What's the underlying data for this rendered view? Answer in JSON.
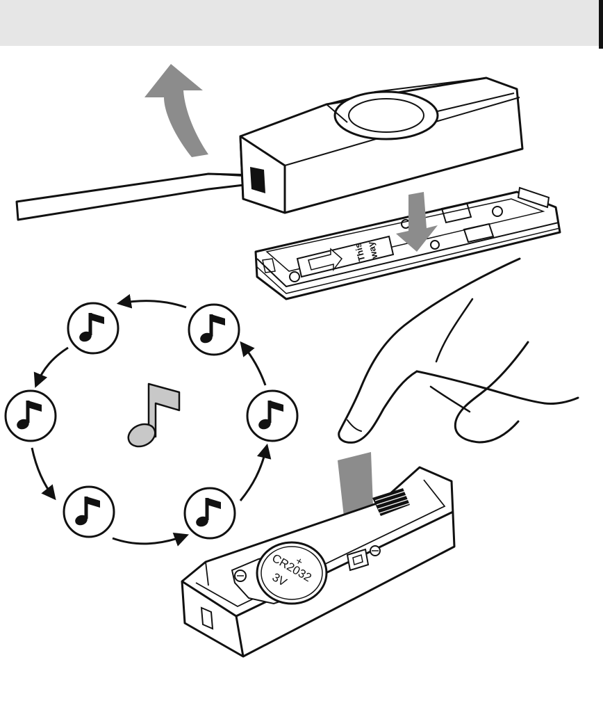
{
  "colors": {
    "header_bar": "#e6e6e6",
    "arrow_gray": "#8c8c8c",
    "note_gray": "#c8c8c8",
    "ink": "#111111"
  },
  "labels": {
    "this_way_line1": "This",
    "this_way_line2": "way",
    "battery_plus": "+",
    "battery_model": "CR2032",
    "battery_voltage": "3V"
  },
  "icons": {
    "lift_arrow": "curved-up-arrow-icon",
    "insert_arrow": "down-arrow-icon",
    "press_arrow": "down-arrow-icon",
    "melody_note": "music-note-icon",
    "finger": "pointing-hand-icon"
  }
}
